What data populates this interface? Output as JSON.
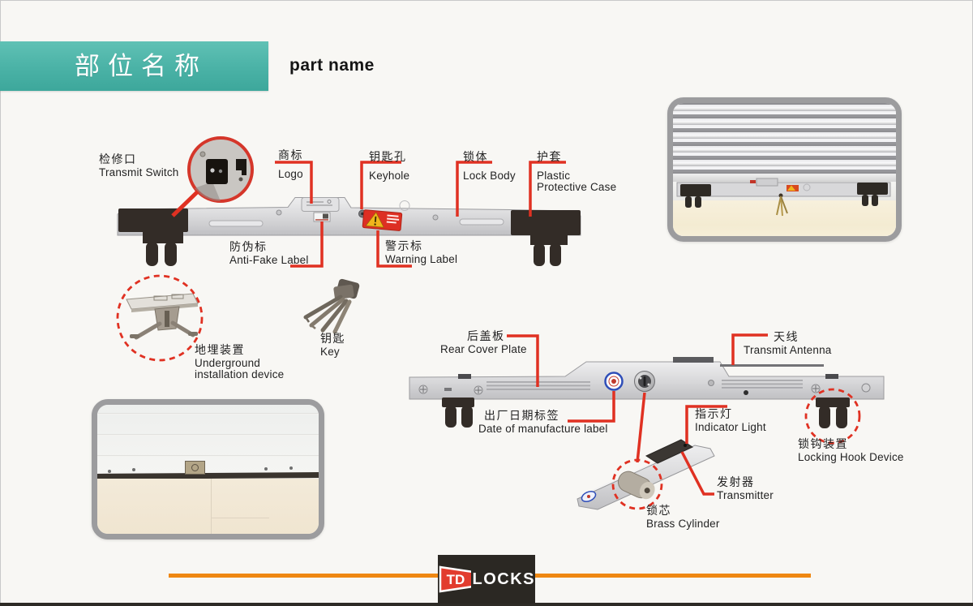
{
  "header": {
    "title_zh": "部位名称",
    "title_en": "part name"
  },
  "front_view_labels": {
    "transmit_switch": {
      "zh": "检修口",
      "en": "Transmit Switch"
    },
    "logo": {
      "zh": "商标",
      "en": "Logo"
    },
    "keyhole": {
      "zh": "钥匙孔",
      "en": "Keyhole"
    },
    "lock_body": {
      "zh": "锁体",
      "en": "Lock Body"
    },
    "protective_case": {
      "zh": "护套",
      "en": "Plastic Protective Case"
    },
    "anti_fake_label": {
      "zh": "防伪标",
      "en": "Anti-Fake Label"
    },
    "warning_label": {
      "zh": "警示标",
      "en": "Warning Label"
    },
    "underground_device": {
      "zh": "地埋装置",
      "en": "Underground installation device"
    },
    "key": {
      "zh": "钥匙",
      "en": "Key"
    }
  },
  "rear_view_labels": {
    "rear_cover_plate": {
      "zh": "后盖板",
      "en": "Rear Cover Plate"
    },
    "transmit_antenna": {
      "zh": "天线",
      "en": "Transmit Antenna"
    },
    "date_of_manufacture": {
      "zh": "出厂日期标签",
      "en": "Date of manufacture label"
    },
    "indicator_light": {
      "zh": "指示灯",
      "en": "Indicator Light"
    },
    "locking_hook_device": {
      "zh": "锁钩装置",
      "en": "Locking Hook Device"
    },
    "transmitter": {
      "zh": "发射器",
      "en": "Transmitter"
    },
    "brass_cylinder": {
      "zh": "锁芯",
      "en": "Brass Cylinder"
    }
  },
  "footer": {
    "brand_td": "TD",
    "brand_locks": "LOCKS"
  },
  "colors": {
    "accent_teal": "#4ab2a6",
    "callout_red": "#e03122",
    "footer_orange": "#ef8812",
    "logo_red": "#e23c2e",
    "logo_bg": "#2b2823",
    "background": "#f8f7f4"
  }
}
